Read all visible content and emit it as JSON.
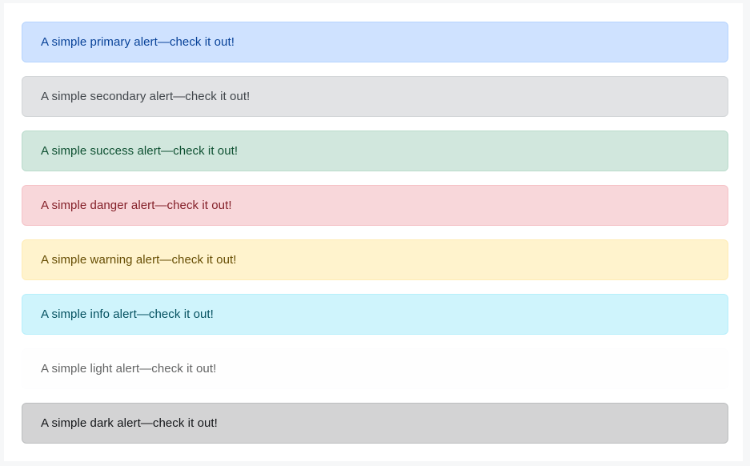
{
  "page": {
    "background_color": "#f6f7f8",
    "card_background_color": "#ffffff"
  },
  "alerts": [
    {
      "variant": "primary",
      "text": "A simple primary alert—check it out!",
      "text_color": "#084298",
      "background_color": "#cfe2ff",
      "border_color": "#b6d4fe"
    },
    {
      "variant": "secondary",
      "text": "A simple secondary alert—check it out!",
      "text_color": "#41464b",
      "background_color": "#e2e3e5",
      "border_color": "#d3d6d8"
    },
    {
      "variant": "success",
      "text": "A simple success alert—check it out!",
      "text_color": "#0f5132",
      "background_color": "#d1e7dd",
      "border_color": "#badbcc"
    },
    {
      "variant": "danger",
      "text": "A simple danger alert—check it out!",
      "text_color": "#842029",
      "background_color": "#f8d7da",
      "border_color": "#f5c2c7"
    },
    {
      "variant": "warning",
      "text": "A simple warning alert—check it out!",
      "text_color": "#664d03",
      "background_color": "#fff3cd",
      "border_color": "#ffecb5"
    },
    {
      "variant": "info",
      "text": "A simple info alert—check it out!",
      "text_color": "#055160",
      "background_color": "#cff4fc",
      "border_color": "#b6effb"
    },
    {
      "variant": "light",
      "text": "A simple light alert—check it out!",
      "text_color": "#636464",
      "background_color": "#fefefe",
      "border_color": "#fdfdfe"
    },
    {
      "variant": "dark",
      "text": "A simple dark alert—check it out!",
      "text_color": "#141619",
      "background_color": "#d3d3d4",
      "border_color": "#bcbebf"
    }
  ]
}
